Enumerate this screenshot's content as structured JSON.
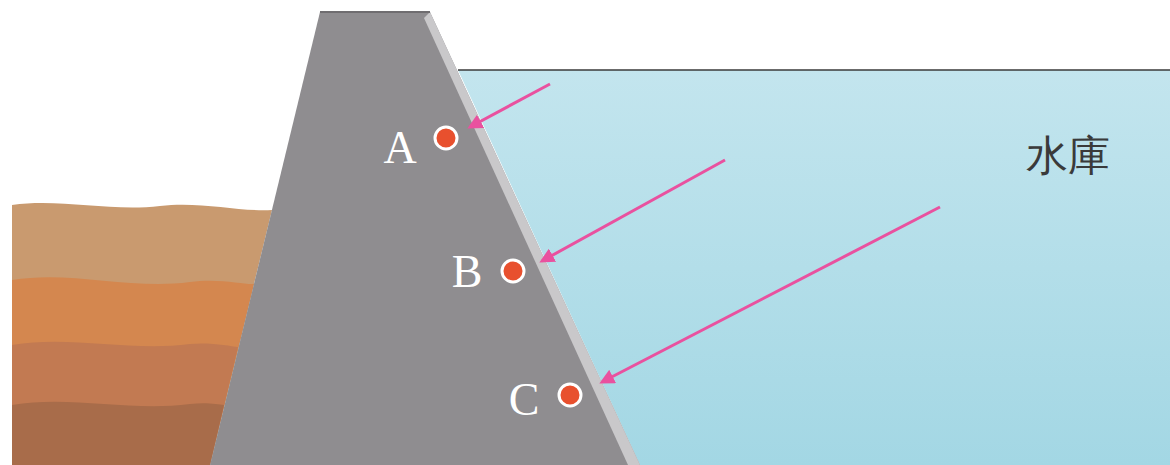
{
  "diagram": {
    "labels": [
      "A",
      "B",
      "C",
      "水庫"
    ]
  }
}
